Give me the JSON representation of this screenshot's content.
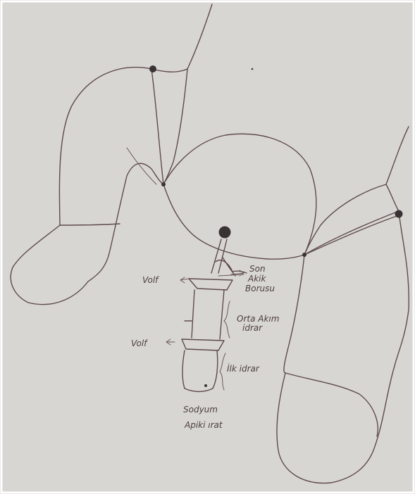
{
  "diagram": {
    "labels": {
      "volf_top": "Volf",
      "son_line1": "Son",
      "son_line2": "Akik",
      "son_line3": "Borusu",
      "orta_line1": "Orta Akım",
      "orta_line2": "idrar",
      "volf_bottom": "Volf",
      "ilk_idrar": "İlk idrar",
      "sodyum_line1": "Sodyum",
      "sodyum_line2": "Apiki ırat"
    }
  }
}
